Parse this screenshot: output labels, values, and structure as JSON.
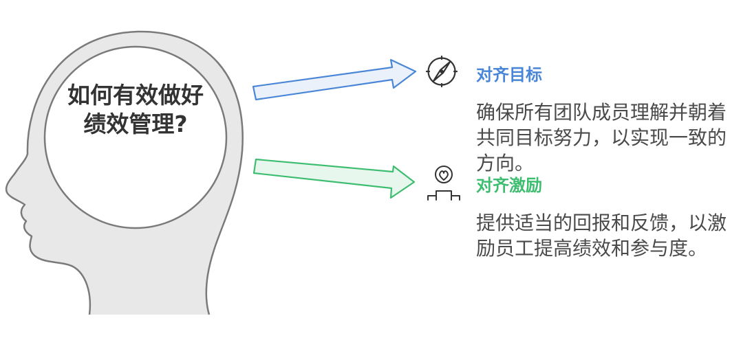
{
  "center": {
    "title": "如何有效做好绩效管理?"
  },
  "items": [
    {
      "heading": "对齐目标",
      "description": "确保所有团队成员理解并朝着共同目标努力，以实现一致的方向。",
      "icon": "compass-icon",
      "color": "#4a86d8",
      "arrow_fill": "#eaf1fb"
    },
    {
      "heading": "对齐激励",
      "description": "提供适当的回报和反馈，以激励员工提高绩效和参与度。",
      "icon": "person-heart-icon",
      "color": "#3dbd6f",
      "arrow_fill": "#e8f7ee"
    }
  ]
}
